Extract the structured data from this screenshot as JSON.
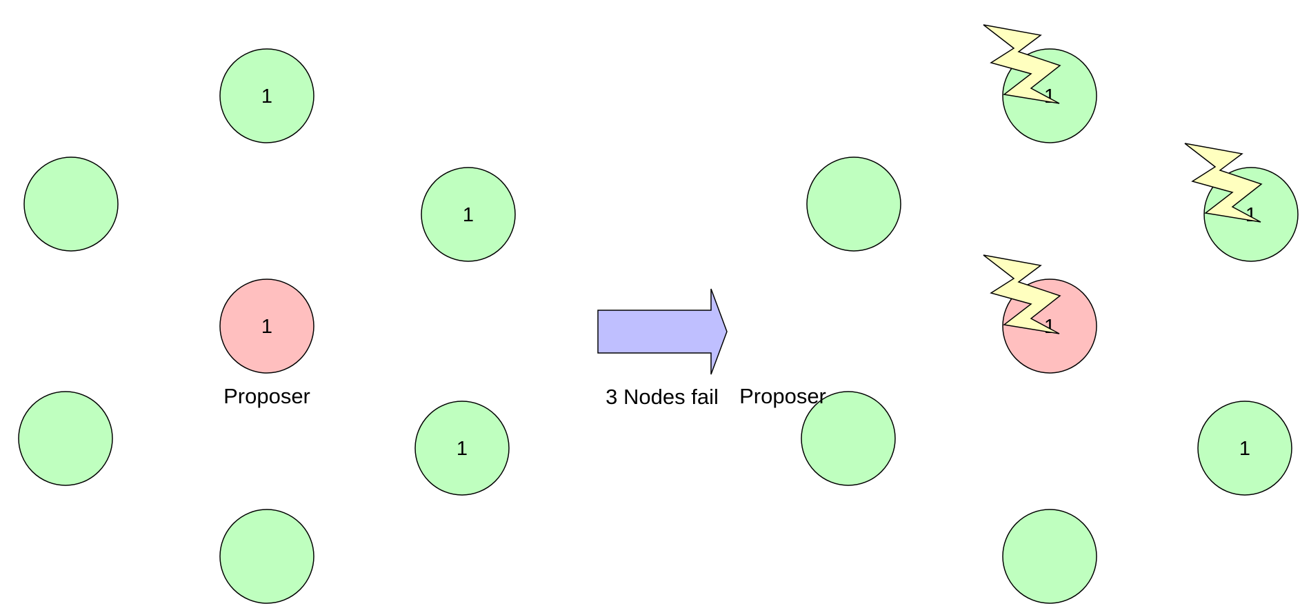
{
  "colors": {
    "node_fill": "#bfffbf",
    "proposer_fill": "#ffbfbf",
    "arrow_fill": "#bfbfff",
    "lightning_fill": "#ffffbf",
    "stroke": "#000000"
  },
  "before": {
    "nodes": [
      {
        "role": "acceptor",
        "value": "1",
        "failed": false
      },
      {
        "role": "acceptor",
        "value": "1",
        "failed": false
      },
      {
        "role": "acceptor",
        "value": "1",
        "failed": false
      },
      {
        "role": "acceptor",
        "value": "",
        "failed": false
      },
      {
        "role": "acceptor",
        "value": "",
        "failed": false
      },
      {
        "role": "acceptor",
        "value": "",
        "failed": false
      },
      {
        "role": "proposer",
        "value": "1",
        "failed": false
      }
    ],
    "proposer_label": "Proposer"
  },
  "transition": {
    "label": "3 Nodes fail",
    "icon": "right-arrow-icon"
  },
  "after": {
    "nodes": [
      {
        "role": "acceptor",
        "value": "1",
        "failed": true
      },
      {
        "role": "acceptor",
        "value": "1",
        "failed": true
      },
      {
        "role": "acceptor",
        "value": "1",
        "failed": false
      },
      {
        "role": "acceptor",
        "value": "",
        "failed": false
      },
      {
        "role": "acceptor",
        "value": "",
        "failed": false
      },
      {
        "role": "acceptor",
        "value": "",
        "failed": false
      },
      {
        "role": "proposer",
        "value": "1",
        "failed": true
      }
    ],
    "proposer_label": "Proposer",
    "failure_icon": "lightning-icon"
  }
}
